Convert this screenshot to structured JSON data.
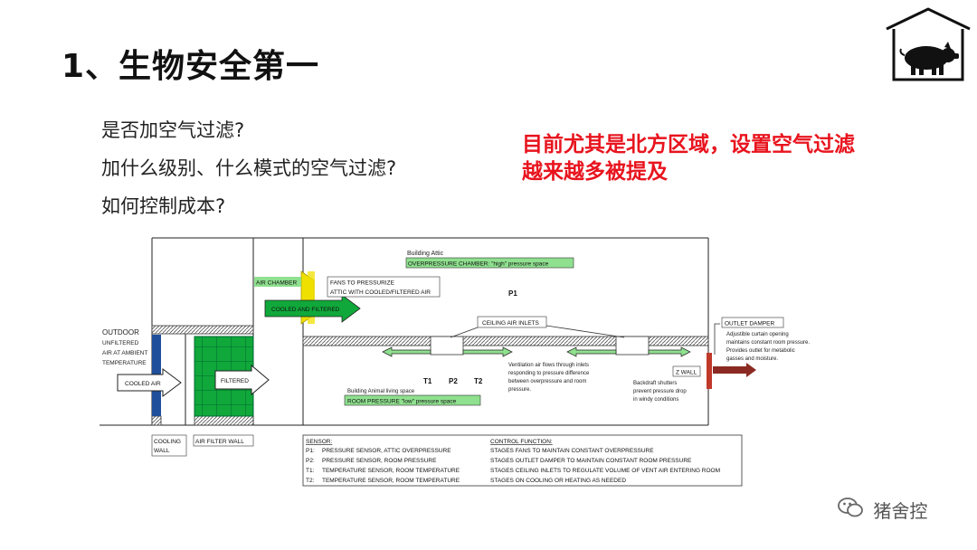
{
  "slide": {
    "title": "1、生物安全第一",
    "questions": [
      "是否加空气过滤?",
      "加什么级别、什么模式的空气过滤?",
      "如何控制成本?"
    ],
    "highlight_lines": [
      "目前尤其是北方区域，设置空气过滤",
      "越来越多被提及"
    ],
    "watermark": "猪舍控"
  },
  "diagram": {
    "attic_label": "Building Attic",
    "overpressure_label": "OVERPRESSURE CHAMBER:    \"high\" pressure space",
    "air_chamber": "AIR CHAMBER",
    "fans_line1": "FANS TO PRESSURIZE",
    "fans_line2": "ATTIC WITH COOLED/FILTERED AIR",
    "cooled_filtered": "COOLED AND FILTERED",
    "p1": "P1",
    "ceiling_inlets": "CEILING AIR INLETS",
    "outdoor": [
      "OUTDOOR",
      "UNFILTERED",
      "AIR AT AMBIENT",
      "TEMPERATURE"
    ],
    "cooled_air": "COOLED AIR",
    "filtered": "FILTERED",
    "t1": "T1",
    "p2": "P2",
    "t2": "T2",
    "ventilation_note": [
      "Ventilation air flows through inlets",
      "responding to pressure difference",
      "between overpressure and room",
      "pressure."
    ],
    "living_space": "Building Animal living space",
    "room_pressure": "ROOM PRESSURE      \"low\" pressure space",
    "backdraft": [
      "Backdraft shutters",
      "prevent pressure drop",
      "in windy conditions"
    ],
    "z_wall": "Z WALL",
    "outlet_damper": "OUTLET DAMPER",
    "outlet_note": [
      "Adjustible curtain opening",
      "maintains constant room pressure.",
      "Provides outlet for metabolic",
      "gasses and moisture."
    ],
    "cooling_wall": [
      "COOLING",
      "WALL"
    ],
    "air_filter_wall": "AIR FILTER WALL",
    "sensor_header": "SENSOR:",
    "control_header": "CONTROL FUNCTION:",
    "sensors": [
      {
        "code": "P1:",
        "desc": "PRESSURE SENSOR, ATTIC OVERPRESSURE",
        "control": "STAGES FANS TO MAINTAIN CONSTANT OVERPRESSURE"
      },
      {
        "code": "P2:",
        "desc": "PRESSURE SENSOR, ROOM PRESSURE",
        "control": "STAGES OUTLET DAMPER TO MAINTAIN CONSTANT ROOM PRESSURE"
      },
      {
        "code": "T1:",
        "desc": "TEMPERATURE SENSOR, ROOM TEMPERATURE",
        "control": "STAGES CEILING INLETS TO REGULATE VOLUME OF VENT AIR ENTERING ROOM"
      },
      {
        "code": "T2:",
        "desc": "TEMPERATURE SENSOR,  ROOM TEMPERATURE",
        "control": "STAGES ON COOLING OR HEATING AS NEEDED"
      }
    ]
  },
  "colors": {
    "highlight": "#e8141e",
    "green_label": "#8fe08f",
    "filter_green": "#10a83a",
    "arrow_brown": "#8b2a22"
  }
}
